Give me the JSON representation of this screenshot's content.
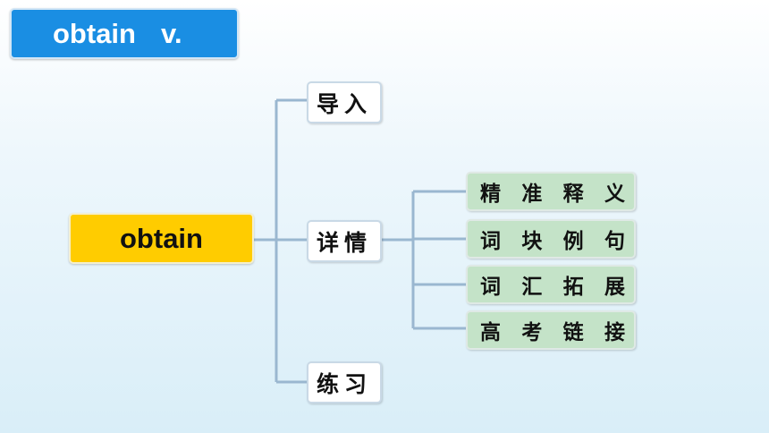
{
  "header": {
    "word": "obtain",
    "pos": "v."
  },
  "root": {
    "label": "obtain"
  },
  "branches": [
    {
      "label": "导入"
    },
    {
      "label": "详情"
    },
    {
      "label": "练习"
    }
  ],
  "details": [
    {
      "chars": [
        "精",
        "准",
        "释",
        "义"
      ]
    },
    {
      "chars": [
        "词",
        "块",
        "例",
        "句"
      ]
    },
    {
      "chars": [
        "词",
        "汇",
        "拓",
        "展"
      ]
    },
    {
      "chars": [
        "高",
        "考",
        "链",
        "接"
      ]
    }
  ],
  "colors": {
    "header_bg": "#1a8ee3",
    "root_bg": "#ffcc00",
    "leaf_bg": "#c4e3c8",
    "line": "#9ab7d0"
  }
}
